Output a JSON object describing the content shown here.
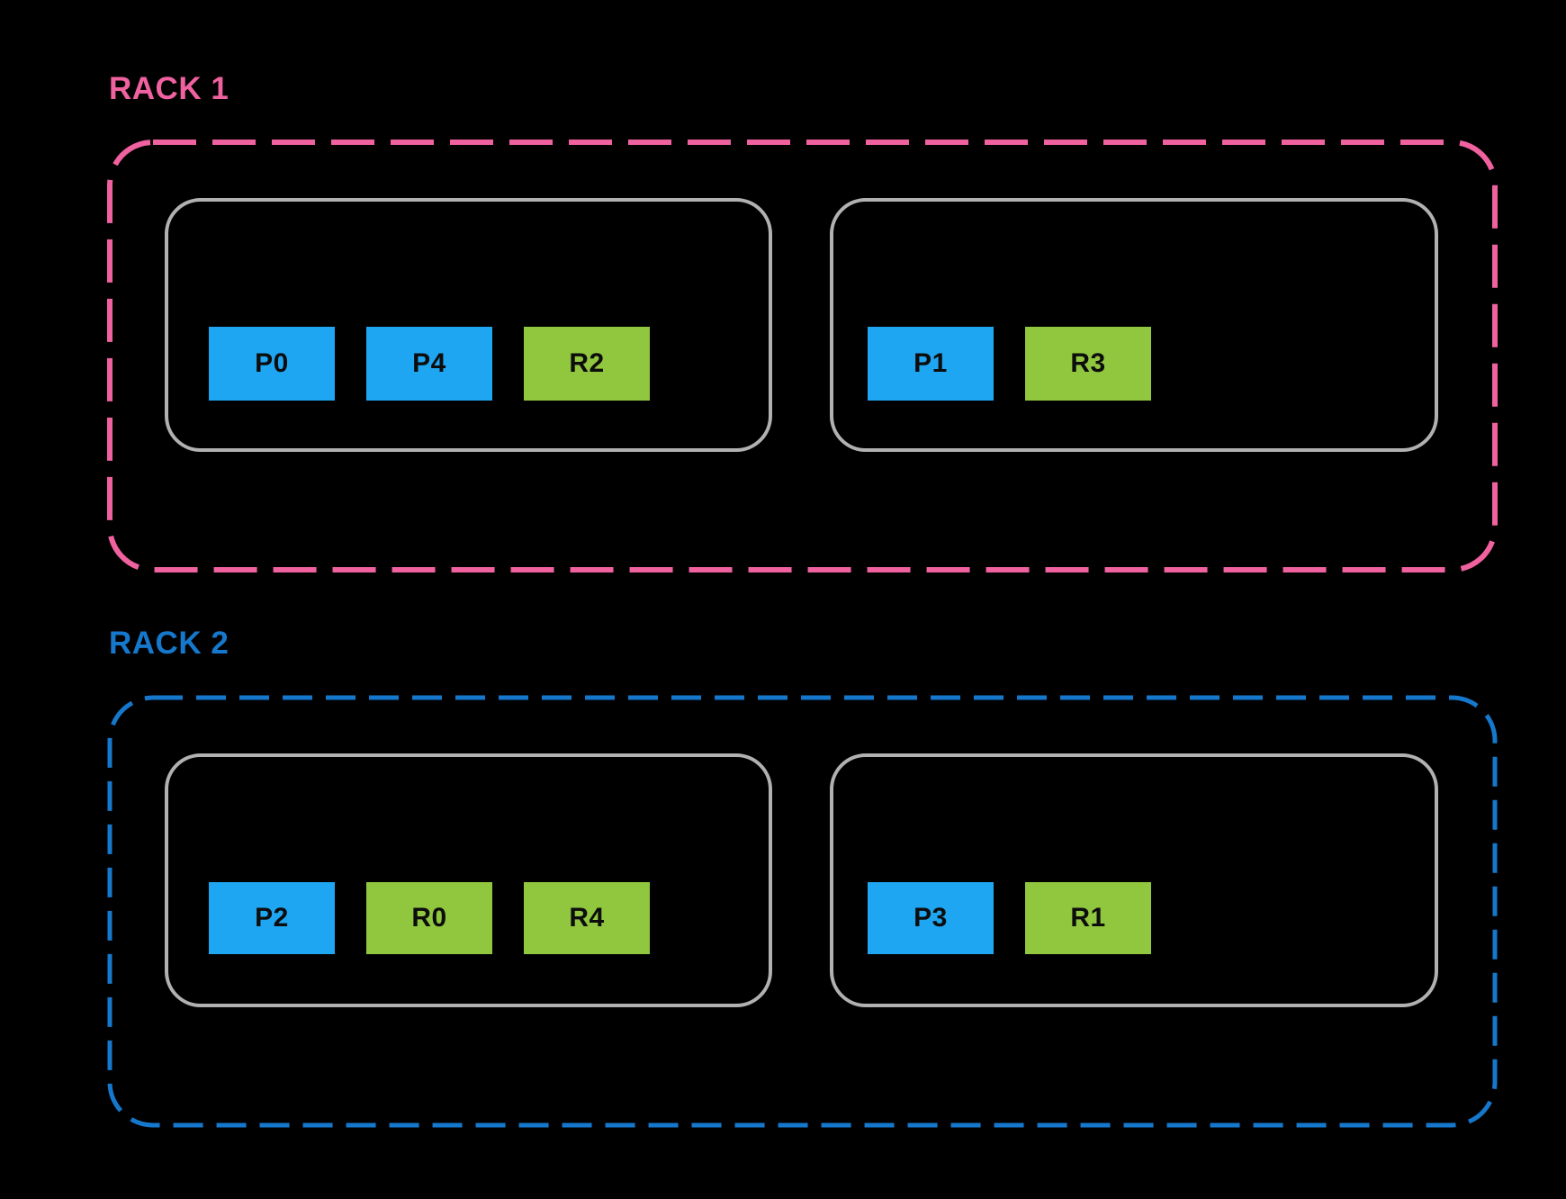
{
  "diagram_title": "rack-node-placement-diagram",
  "colors": {
    "background": "#000000",
    "rack1_accent": "#F0619F",
    "rack2_accent": "#1678CC",
    "primary_node_blue": "#1FA6F2",
    "replica_node_green": "#90C73F",
    "host_border_gray": "#B1B1B1",
    "node_text": "#0D0D0D"
  },
  "racks": [
    {
      "label": "RACK 1",
      "accent": "#F0619F",
      "hosts": [
        {
          "nodes": [
            {
              "label": "P0",
              "type": "primary",
              "color": "#1FA6F2"
            },
            {
              "label": "P4",
              "type": "primary",
              "color": "#1FA6F2"
            },
            {
              "label": "R2",
              "type": "replica",
              "color": "#90C73F"
            }
          ]
        },
        {
          "nodes": [
            {
              "label": "P1",
              "type": "primary",
              "color": "#1FA6F2"
            },
            {
              "label": "R3",
              "type": "replica",
              "color": "#90C73F"
            }
          ]
        }
      ]
    },
    {
      "label": "RACK 2",
      "accent": "#1678CC",
      "hosts": [
        {
          "nodes": [
            {
              "label": "P2",
              "type": "primary",
              "color": "#1FA6F2"
            },
            {
              "label": "R0",
              "type": "replica",
              "color": "#90C73F"
            },
            {
              "label": "R4",
              "type": "replica",
              "color": "#90C73F"
            }
          ]
        },
        {
          "nodes": [
            {
              "label": "P3",
              "type": "primary",
              "color": "#1FA6F2"
            },
            {
              "label": "R1",
              "type": "replica",
              "color": "#90C73F"
            }
          ]
        }
      ]
    }
  ]
}
